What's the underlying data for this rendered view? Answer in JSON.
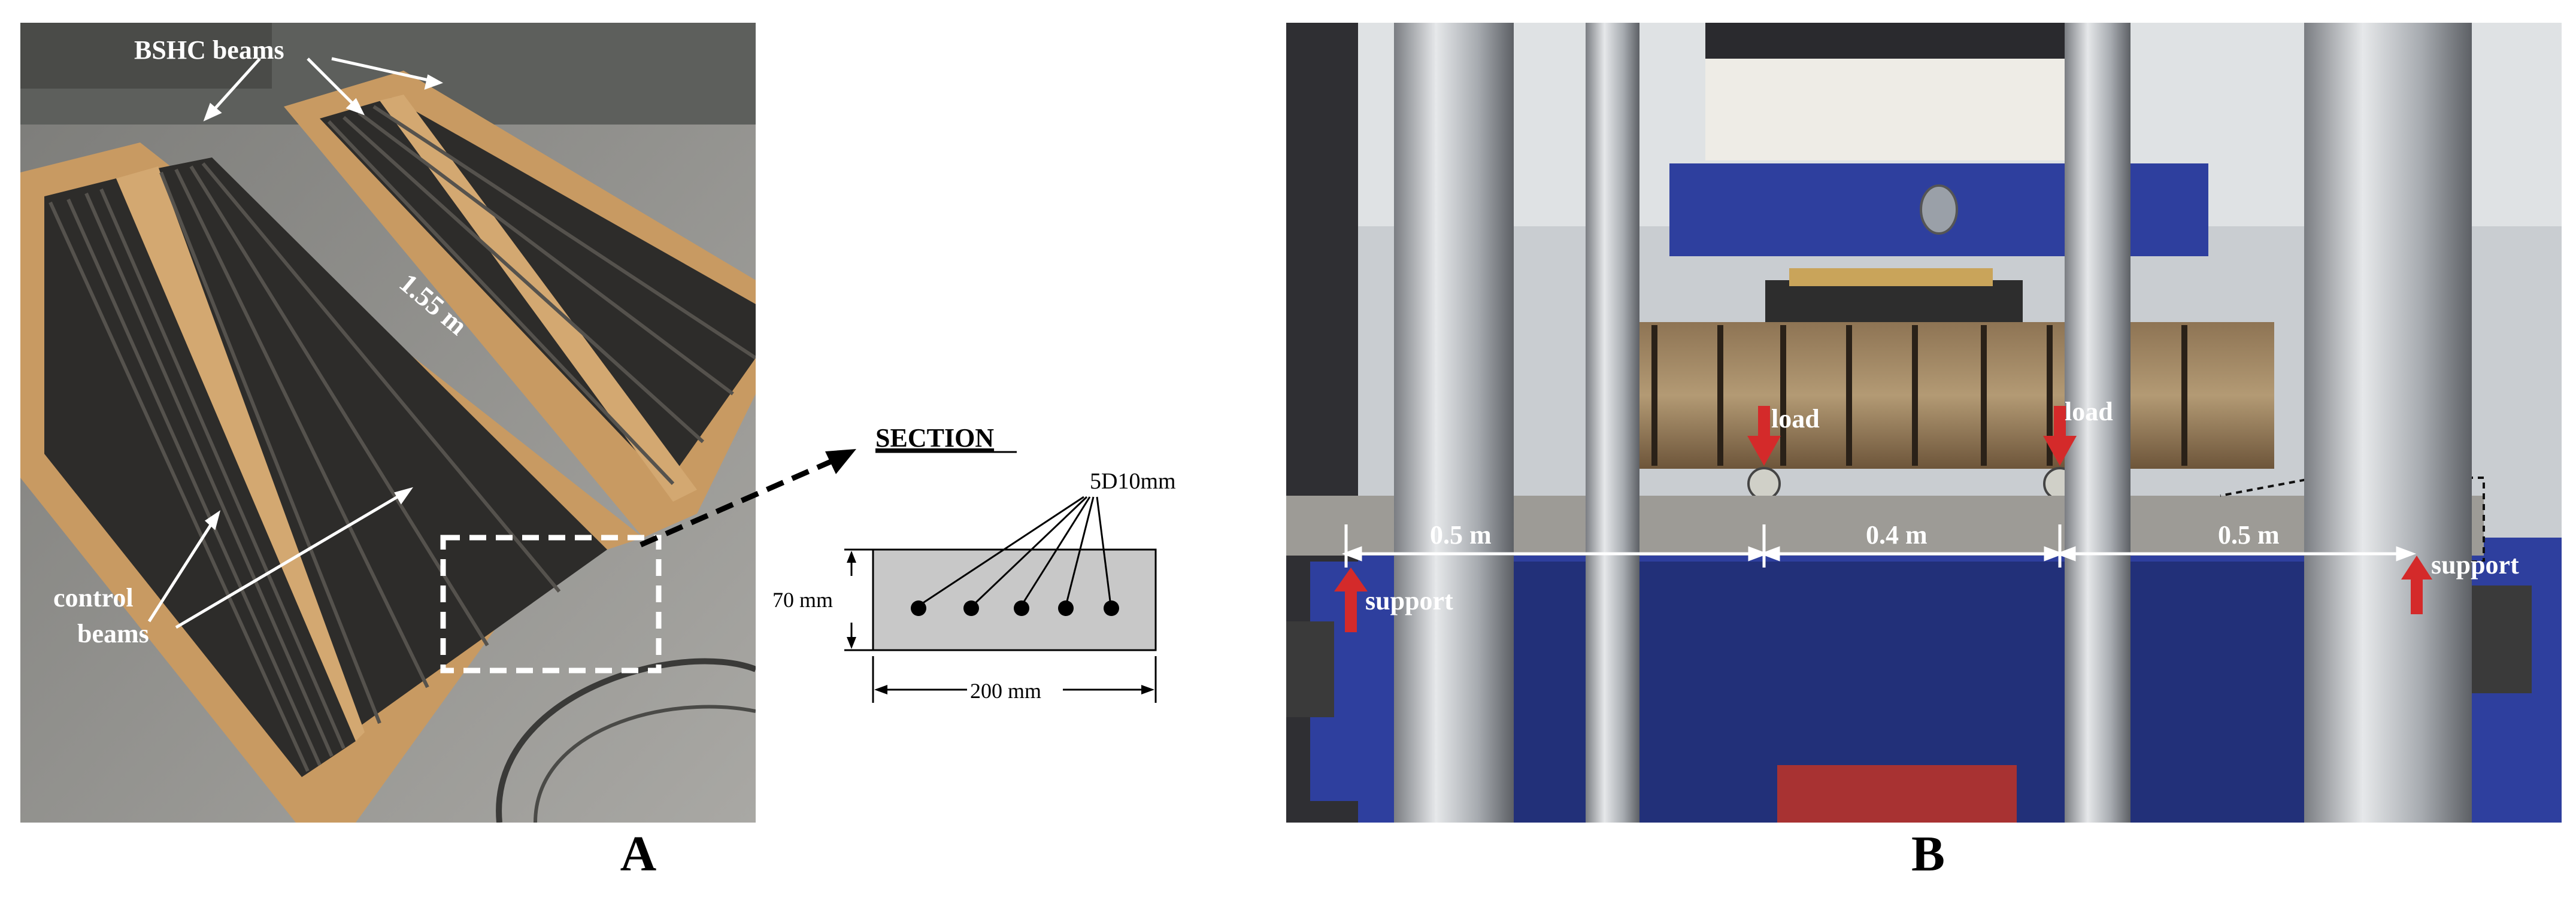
{
  "panel_a": {
    "letter": "A",
    "photo": {
      "label_bshc": "BSHC beams",
      "label_length": "1.55 m",
      "label_control_1": "control",
      "label_control_2": "beams"
    },
    "section": {
      "title": "SECTION",
      "bars_label": "5D10mm",
      "height_label": "70 mm",
      "width_label": "200 mm"
    }
  },
  "panel_b": {
    "letter": "B",
    "load_label_left": "load",
    "load_label_right": "load",
    "support_label_left": "support",
    "support_label_right": "support",
    "span_left": "0.5 m",
    "span_middle": "0.4 m",
    "span_right": "0.5 m"
  },
  "colors": {
    "wood": "#c89a62",
    "steel_bar": "#2b2b2b",
    "concrete_floor": "#8c8c8c",
    "machine_blue": "#2e3f9e",
    "steel_column": "#b9bcc0",
    "arrow_red": "#d42a2a",
    "section_fill": "#c8c8c8"
  }
}
